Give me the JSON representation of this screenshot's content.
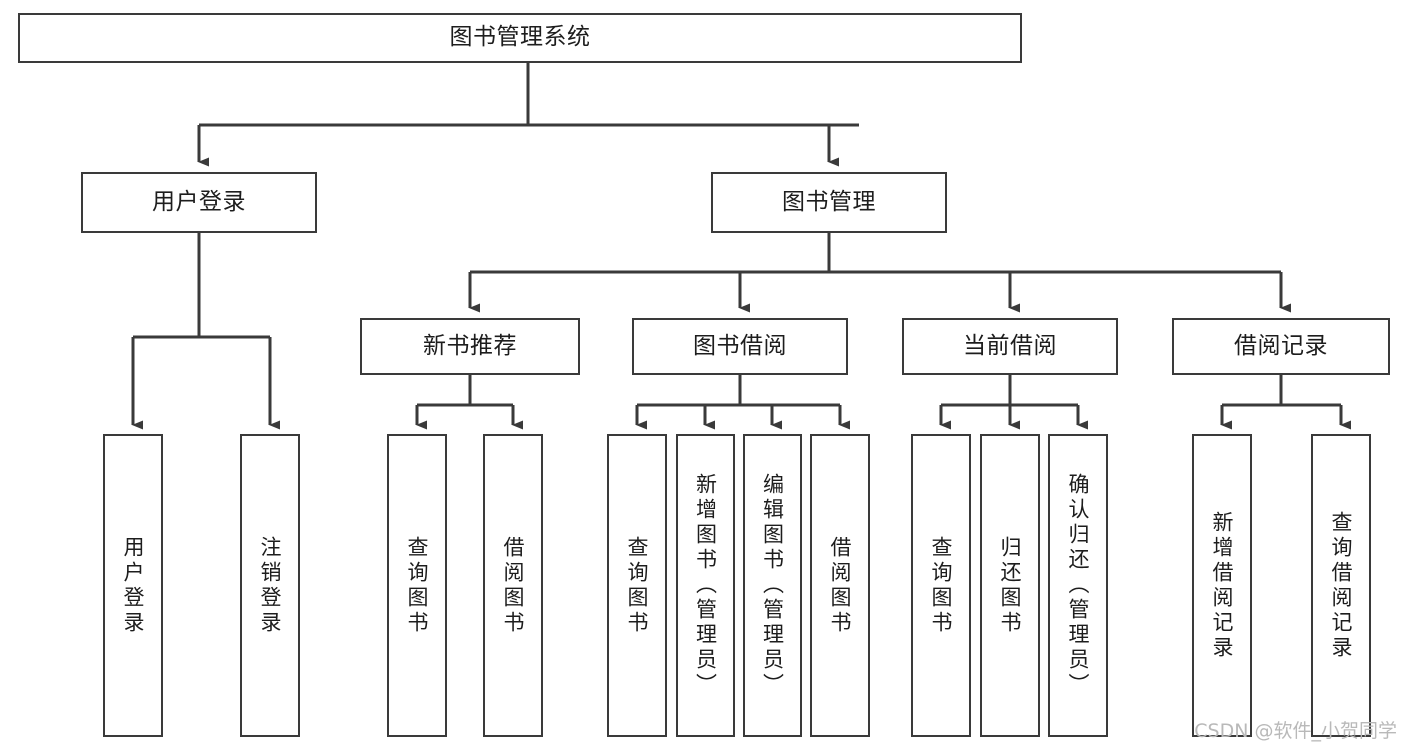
{
  "diagram": {
    "type": "tree-hierarchy",
    "title": "图书管理系统",
    "orientation": "top-down",
    "colors": {
      "stroke": "#3a3a3a",
      "fill": "#ffffff",
      "text": "#1d1d1d",
      "watermark": "#b9b9b9"
    },
    "levels": {
      "level1": [
        "图书管理系统"
      ],
      "level2": [
        "用户登录",
        "图书管理"
      ],
      "level3": [
        "新书推荐",
        "图书借阅",
        "当前借阅",
        "借阅记录"
      ],
      "level4": [
        "用户登录",
        "注销登录",
        "查询图书",
        "借阅图书",
        "查询图书",
        "新增图书（管理员）",
        "编辑图书（管理员）",
        "借阅图书",
        "查询图书",
        "归还图书",
        "确认归还（管理员）",
        "新增借阅记录",
        "查询借阅记录"
      ]
    },
    "nodes": {
      "root": {
        "label": "图书管理系统"
      },
      "user_login": {
        "label": "用户登录"
      },
      "book_manage": {
        "label": "图书管理"
      },
      "new_book_rec": {
        "label": "新书推荐"
      },
      "book_borrow": {
        "label": "图书借阅"
      },
      "current_borrow": {
        "label": "当前借阅"
      },
      "borrow_record": {
        "label": "借阅记录"
      },
      "leaf_user_login": {
        "label": "用户登录"
      },
      "leaf_logout": {
        "label": "注销登录"
      },
      "leaf_query_book_1": {
        "label": "查询图书"
      },
      "leaf_borrow_book_1": {
        "label": "借阅图书"
      },
      "leaf_query_book_2": {
        "label": "查询图书"
      },
      "leaf_add_book": {
        "label": "新增图书（管理员）"
      },
      "leaf_edit_book": {
        "label": "编辑图书（管理员）"
      },
      "leaf_borrow_book_2": {
        "label": "借阅图书"
      },
      "leaf_query_book_3": {
        "label": "查询图书"
      },
      "leaf_return_book": {
        "label": "归还图书"
      },
      "leaf_confirm_return": {
        "label": "确认归还（管理员）"
      },
      "leaf_add_record": {
        "label": "新增借阅记录"
      },
      "leaf_query_record": {
        "label": "查询借阅记录"
      }
    },
    "edges": [
      {
        "from": "root",
        "to": "user_login"
      },
      {
        "from": "root",
        "to": "book_manage"
      },
      {
        "from": "user_login",
        "to": "leaf_user_login"
      },
      {
        "from": "user_login",
        "to": "leaf_logout"
      },
      {
        "from": "book_manage",
        "to": "new_book_rec"
      },
      {
        "from": "book_manage",
        "to": "book_borrow"
      },
      {
        "from": "book_manage",
        "to": "current_borrow"
      },
      {
        "from": "book_manage",
        "to": "borrow_record"
      },
      {
        "from": "new_book_rec",
        "to": "leaf_query_book_1"
      },
      {
        "from": "new_book_rec",
        "to": "leaf_borrow_book_1"
      },
      {
        "from": "book_borrow",
        "to": "leaf_query_book_2"
      },
      {
        "from": "book_borrow",
        "to": "leaf_add_book"
      },
      {
        "from": "book_borrow",
        "to": "leaf_edit_book"
      },
      {
        "from": "book_borrow",
        "to": "leaf_borrow_book_2"
      },
      {
        "from": "current_borrow",
        "to": "leaf_query_book_3"
      },
      {
        "from": "current_borrow",
        "to": "leaf_return_book"
      },
      {
        "from": "current_borrow",
        "to": "leaf_confirm_return"
      },
      {
        "from": "borrow_record",
        "to": "leaf_add_record"
      },
      {
        "from": "borrow_record",
        "to": "leaf_query_record"
      }
    ]
  },
  "watermark": {
    "text": "CSDN @软件_小贺同学"
  }
}
